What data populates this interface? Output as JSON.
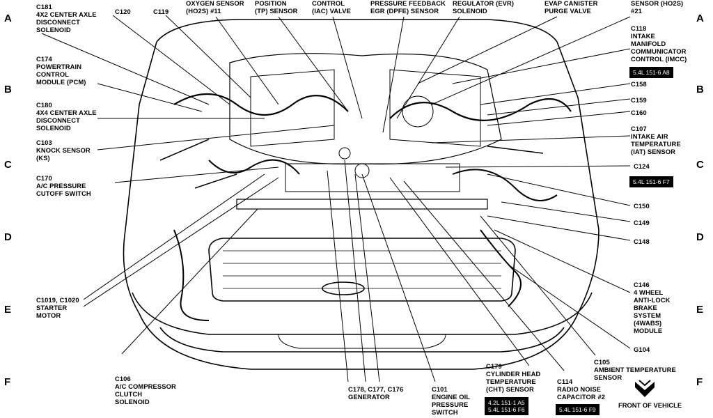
{
  "row_letters": [
    "A",
    "B",
    "C",
    "D",
    "E",
    "F"
  ],
  "labels": {
    "c181": "C181\n4X2 CENTER AXLE\nDISCONNECT\nSOLENOID",
    "c120": "C120",
    "c119": "C119",
    "ho2s11": "OXYGEN SENSOR\n(HO2S) #11",
    "tp": "POSITION\n(TP) SENSOR",
    "iac": "CONTROL\n(IAC) VALVE",
    "dpfe": "PRESSURE FEEDBACK\nEGR (DPFE) SENSOR",
    "evr": "REGULATOR (EVR)\nSOLENOID",
    "evap": "EVAP CANISTER\nPURGE VALVE",
    "ho2s21": "SENSOR (HO2S)\n#21",
    "c174": "C174\nPOWERTRAIN\nCONTROL\nMODULE (PCM)",
    "c180": "C180\n4X4 CENTER AXLE\nDISCONNECT\nSOLENOID",
    "c103": "C103\nKNOCK SENSOR\n(KS)",
    "c170": "C170\nA/C PRESSURE\nCUTOFF SWITCH",
    "c1019": "C1019, C1020\nSTARTER\nMOTOR",
    "c106": "C106\nA/C COMPRESSOR\nCLUTCH\nSOLENOID",
    "c178": "C178, C177, C176\nGENERATOR",
    "c101": "C101\nENGINE OIL\nPRESSURE\nSWITCH",
    "c179": "C179\nCYLINDER HEAD\nTEMPERATURE\n(CHT) SENSOR",
    "c114": "C114\nRADIO NOISE\nCAPACITOR #2",
    "c105": "C105\nAMBIENT TEMPERATURE\nSENSOR",
    "c118": "C118\nINTAKE\nMANIFOLD\nCOMMUNICATOR\nCONTROL (IMCC)",
    "c158": "C158",
    "c159": "C159",
    "c160": "C160",
    "c107": "C107\nINTAKE AIR\nTEMPERATURE\n(IAT) SENSOR",
    "c124": "C124",
    "c150": "C150",
    "c149": "C149",
    "c148": "C148",
    "c146": "C146\n4 WHEEL\nANTI-LOCK\nBRAKE\nSYSTEM\n(4WABS)\nMODULE",
    "g104": "G104",
    "front": "FRONT OF VEHICLE"
  },
  "refs": {
    "c118": "5.4L 151-6 A8",
    "c124": "5.4L 151-6 F7",
    "c179": "4.2L 151-1 A5\n5.4L 151-6 F6",
    "c114": "5.4L 151-6 F9"
  },
  "icons": {
    "front_arrow": "down-chevron-arrow-icon"
  }
}
